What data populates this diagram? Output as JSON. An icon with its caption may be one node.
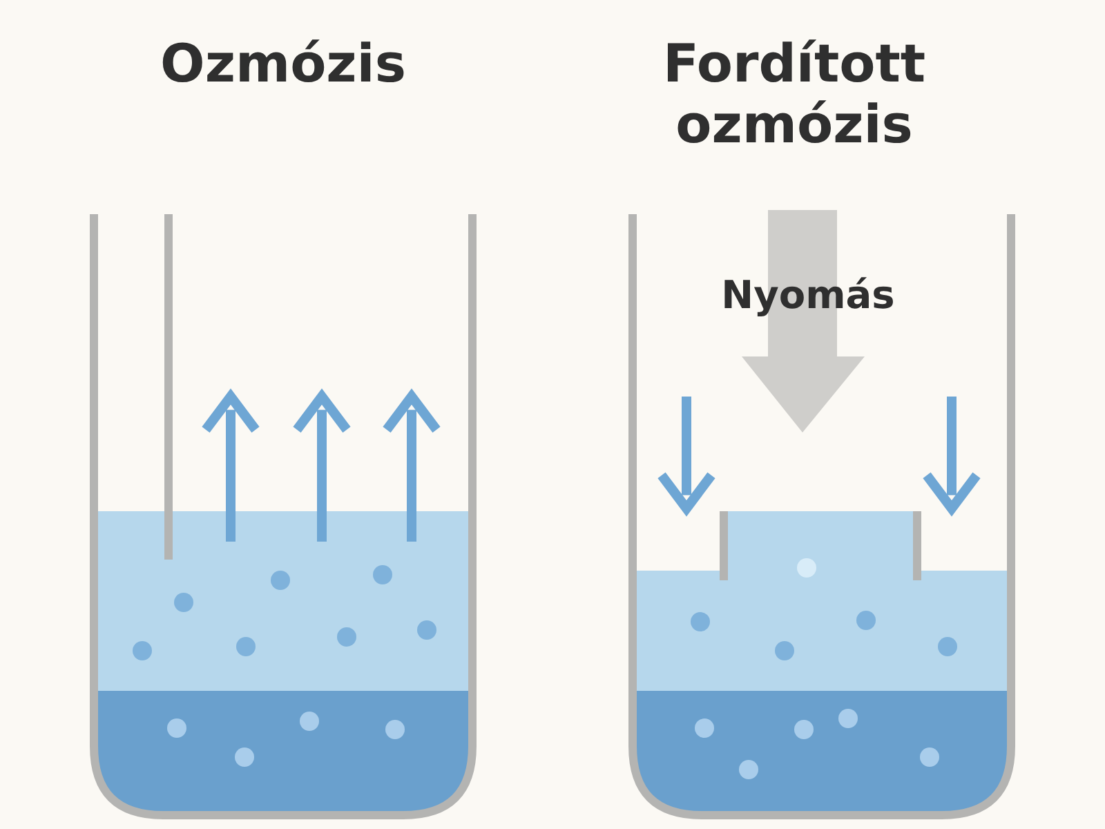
{
  "diagram": {
    "labels": [
      "Ozmózis",
      "Fordított ozmózis",
      "Nyomás"
    ]
  }
}
